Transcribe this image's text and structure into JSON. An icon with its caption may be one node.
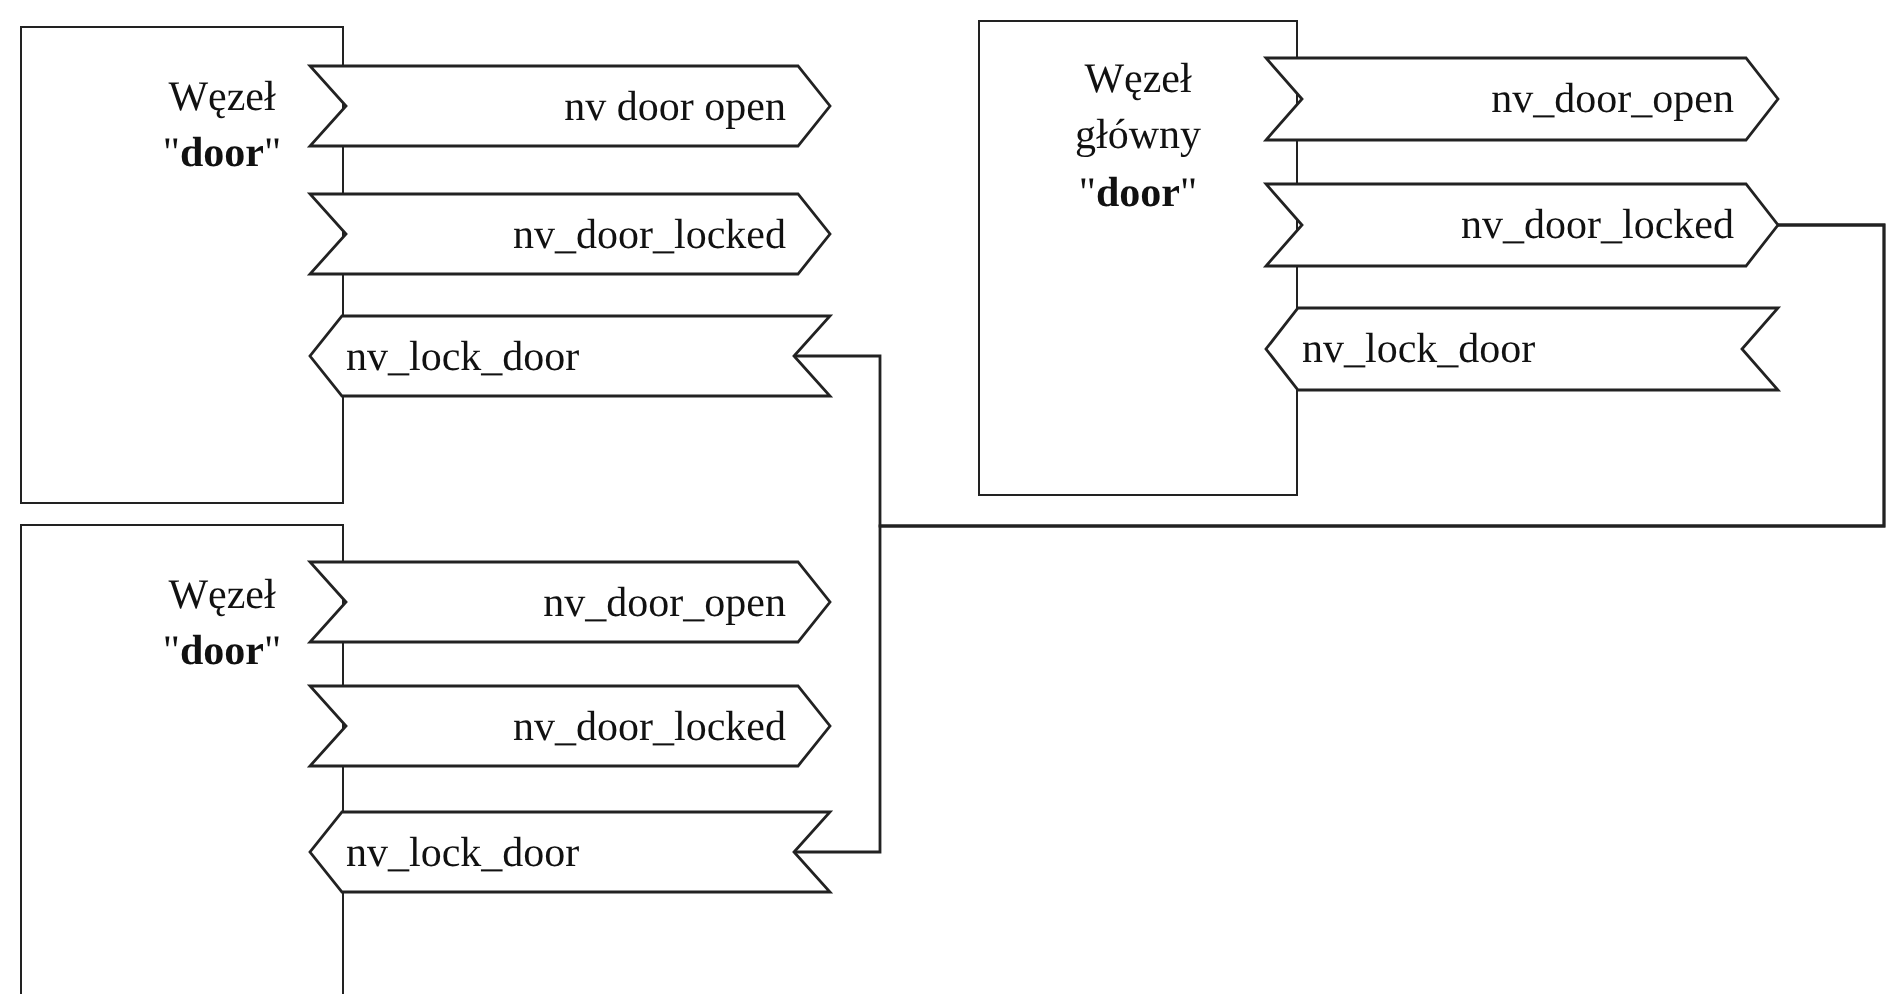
{
  "diagram": {
    "nodes": [
      {
        "text": [
          "Węzeł \"**door**\""
        ]
      },
      {
        "text": [
          "nv door open"
        ]
      },
      {
        "text": [
          "nv_door_locked"
        ]
      },
      {
        "text": [
          "nv_lock_door"
        ]
      },
      {
        "text": [
          "Węzeł główny \"**door**\""
        ]
      },
      {
        "text": [
          "nv_door_open"
        ]
      },
      {
        "text": [
          "nv_door_locked"
        ]
      },
      {
        "text": [
          "nv_lock_door"
        ]
      },
      {
        "text": [
          "Węzeł \"**door**\""
        ]
      },
      {
        "text": [
          "nv_door_open"
        ]
      },
      {
        "text": [
          "nv_door_locked"
        ]
      },
      {
        "text": [
          "nv_lock_door"
        ]
      }
    ],
    "edges": [
      {
        "from": 6,
        "to": 3,
        "arrow": "none"
      },
      {
        "from": 6,
        "to": 11,
        "arrow": "none"
      }
    ]
  }
}
